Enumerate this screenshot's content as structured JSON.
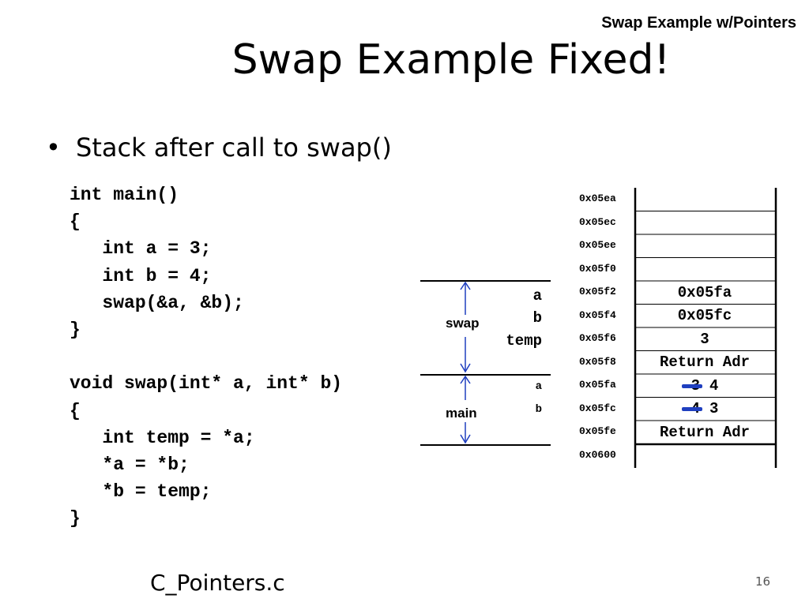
{
  "header": {
    "tag": "Swap Example w/Pointers"
  },
  "title": "Swap Example Fixed!",
  "bullet": "Stack after call to swap()",
  "code_lines": [
    "int main()",
    "{",
    "   int a = 3;",
    "   int b = 4;",
    "   swap(&a, &b);",
    "}",
    "",
    "void swap(int* a, int* b)",
    "{",
    "   int temp = *a;",
    "   *a = *b;",
    "   *b = temp;",
    "}"
  ],
  "frames": {
    "swap": {
      "label": "swap",
      "vars": [
        "a",
        "b",
        "temp"
      ]
    },
    "main": {
      "label": "main",
      "vars": [
        "a",
        "b"
      ]
    }
  },
  "stack": [
    {
      "addr": "0x05ea",
      "value": ""
    },
    {
      "addr": "0x05ec",
      "value": ""
    },
    {
      "addr": "0x05ee",
      "value": ""
    },
    {
      "addr": "0x05f0",
      "value": ""
    },
    {
      "addr": "0x05f2",
      "value": "0x05fa"
    },
    {
      "addr": "0x05f4",
      "value": "0x05fc"
    },
    {
      "addr": "0x05f6",
      "value": "3"
    },
    {
      "addr": "0x05f8",
      "value": "Return Adr"
    },
    {
      "addr": "0x05fa",
      "old": "3",
      "new": "4"
    },
    {
      "addr": "0x05fc",
      "old": "4",
      "new": "3"
    },
    {
      "addr": "0x05fe",
      "value": "Return Adr"
    },
    {
      "addr": "0x0600",
      "value": ""
    }
  ],
  "colors": {
    "strike": "#1f3fbf",
    "arrow": "#1f3fbf"
  },
  "footer": {
    "file": "C_Pointers.c",
    "page": "16"
  }
}
